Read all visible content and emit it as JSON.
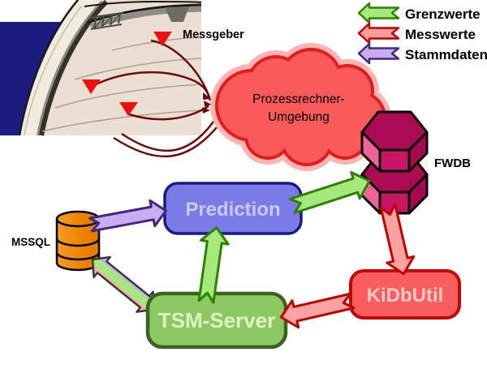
{
  "legend": {
    "items": [
      {
        "id": "grenzwerte",
        "label": "Grenzwerte",
        "fill": "#a5e87d",
        "stroke": "#2f8000"
      },
      {
        "id": "messwerte",
        "label": "Messwerte",
        "fill": "#f99d9d",
        "stroke": "#c00000"
      },
      {
        "id": "stammdaten",
        "label": "Stammdaten",
        "fill": "#c9adf2",
        "stroke": "#45267e"
      }
    ]
  },
  "illustration": {
    "caption": "Messgeber"
  },
  "cloud": {
    "label_line1": "Prozessrechner-",
    "label_line2": "Umgebung",
    "fill": "#fa5a5a",
    "outline": "#e21d1d",
    "glow": "#fbb4b4"
  },
  "nodes": {
    "prediction": {
      "label": "Prediction",
      "fill": "#7b7be8",
      "stroke": "#1a1a80",
      "text_color": "#c9c9f4"
    },
    "tsm": {
      "label": "TSM-Server",
      "fill": "#8dc963",
      "stroke": "#3a6323",
      "text_color": "#dff2c6"
    },
    "kidbutil": {
      "label": "KiDbUtil",
      "fill": "#f85e5e",
      "stroke": "#c40505",
      "text_color": "#ffc9c9"
    },
    "fwdb": {
      "label": "FWDB",
      "top_color": "#ab0b52",
      "left_color": "#f0639a",
      "front_color": "#c81566"
    },
    "mssql": {
      "label": "MSSQL",
      "fill": "#ee8400"
    }
  }
}
